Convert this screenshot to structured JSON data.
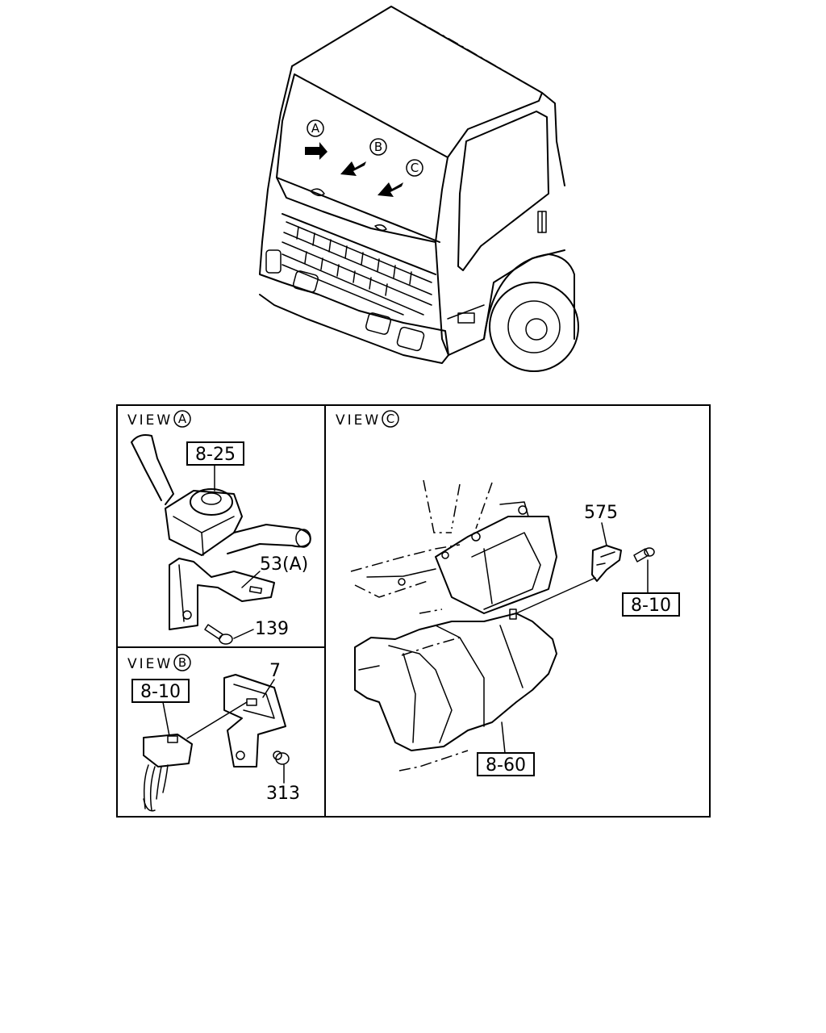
{
  "truck": {
    "arrow_a": "A",
    "arrow_b": "B",
    "arrow_c": "C"
  },
  "view_a": {
    "title": "VIEW",
    "circle": "A",
    "part_8_25": "8-25",
    "part_53a": "53(A)",
    "part_139": "139"
  },
  "view_b": {
    "title": "VIEW",
    "circle": "B",
    "part_8_10": "8-10",
    "part_7": "7",
    "part_313": "313"
  },
  "view_c": {
    "title": "VIEW",
    "circle": "C",
    "part_575": "575",
    "part_8_10": "8-10",
    "part_8_60": "8-60"
  }
}
